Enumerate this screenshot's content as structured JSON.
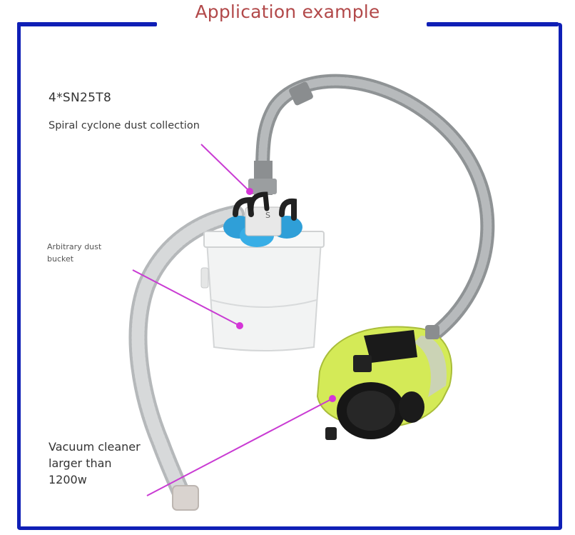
{
  "title": "Application example",
  "labels": {
    "model": "4*SN25T8",
    "cyclone": "Spiral cyclone dust collection",
    "bucket": "Arbitrary dust\nbucket",
    "vacuum": "Vacuum cleaner\n larger than\n1200w"
  },
  "colors": {
    "frame": "#0f1fb6",
    "title": "#b2494a",
    "leader": "#c93bd3",
    "vacuum_body": "#d6ec5a",
    "bucket": "#f4f5f5",
    "hose": "#9ea1a3"
  }
}
